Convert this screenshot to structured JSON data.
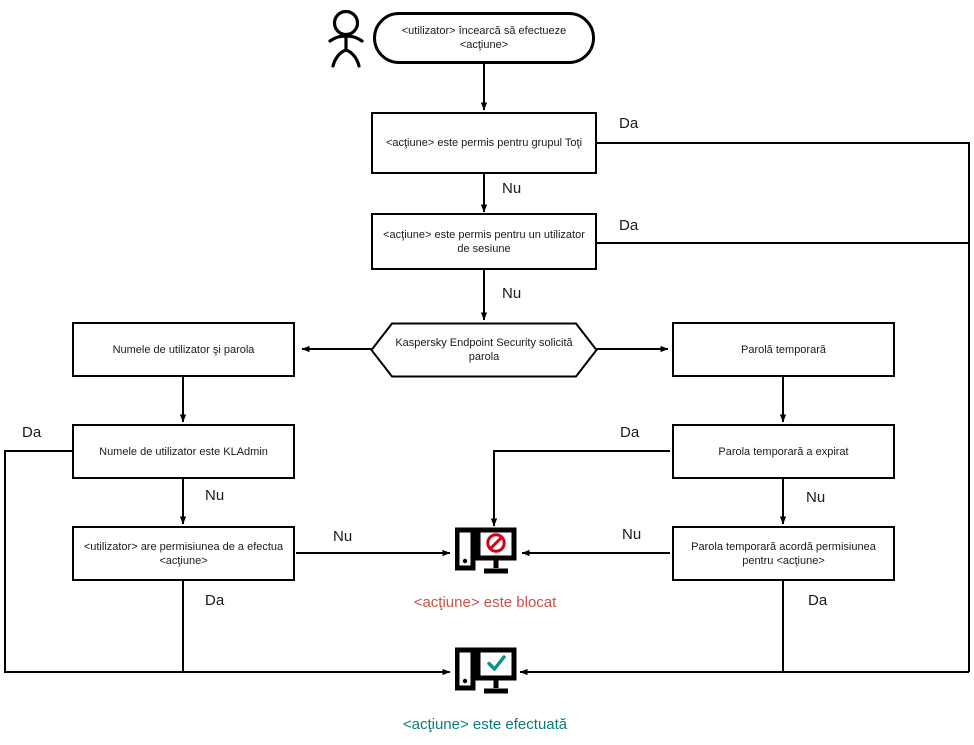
{
  "diagram": {
    "title": "Kaspersky Endpoint Security action permission flow",
    "language": "ro",
    "colors": {
      "stroke": "#000000",
      "text": "#1a1a1a",
      "blocked": "#c9524a",
      "done": "#0b7d78",
      "background": "#ffffff"
    }
  },
  "actor": {
    "name": "user-actor-icon",
    "label": ""
  },
  "nodes": {
    "start": "<utilizator> încearcă să efectueze <acţiune>",
    "allowed_everyone": "<acţiune> este permis pentru grupul Toţi",
    "allowed_session_user": "<acţiune> este permis pentru un utilizator de sesiune",
    "kes_requests_password": "Kaspersky Endpoint Security solicită parola",
    "username_and_password": "Numele de utilizator şi parola",
    "temporary_password": "Parolă temporară",
    "username_is_kladmin": "Numele de utilizator este KLAdmin",
    "temp_password_expired": "Parola temporară a expirat",
    "user_has_permission": "<utilizator> are permisiunea de a efectua <acţiune>",
    "temp_password_grants": "Parola temporară acordă permisiunea pentru <acţiune>"
  },
  "edge_labels": {
    "everyone_yes": "Da",
    "everyone_no": "Nu",
    "session_yes": "Da",
    "session_no": "Nu",
    "kladmin_yes": "Da",
    "kladmin_no": "Nu",
    "permission_no": "Nu",
    "permission_yes": "Da",
    "expired_yes": "Da",
    "expired_no": "Nu",
    "grants_no": "Nu",
    "grants_yes": "Da"
  },
  "terminals": {
    "blocked": "<acţiune> este blocat",
    "performed": "<acţiune> este efectuată"
  },
  "icons": {
    "blocked": "computer-blocked-icon",
    "performed": "computer-allowed-icon",
    "actor": "user-person-icon"
  }
}
